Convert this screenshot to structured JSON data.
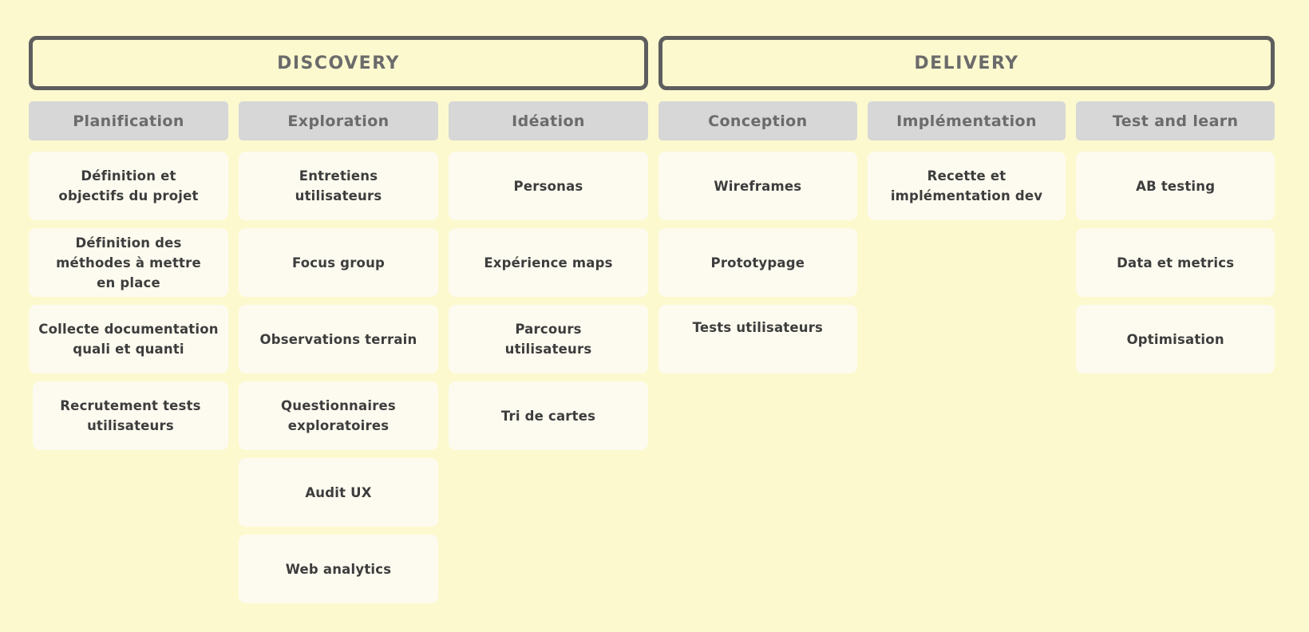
{
  "colors": {
    "background": "#FCF9CF",
    "card": "#FDFBEF",
    "column_header": "#D7D7D7",
    "outline": "#5E5E5E",
    "card_text": "#3D3D3D",
    "muted_text": "#6B6B6B"
  },
  "board": {
    "phases": [
      {
        "title": "DISCOVERY",
        "columns": [
          {
            "title": "Planification",
            "cards": [
              "Définition et\nobjectifs du projet",
              "Définition des\nméthodes à mettre\nen place",
              "Collecte documentation\nquali et quanti",
              "Recrutement tests\nutilisateurs"
            ]
          },
          {
            "title": "Exploration",
            "cards": [
              "Entretiens\nutilisateurs",
              "Focus group",
              "Observations terrain",
              "Questionnaires\nexploratoires",
              "Audit UX",
              "Web analytics"
            ]
          },
          {
            "title": "Idéation",
            "cards": [
              "Personas",
              "Expérience maps",
              "Parcours\nutilisateurs",
              "Tri de cartes"
            ]
          }
        ]
      },
      {
        "title": "DELIVERY",
        "columns": [
          {
            "title": "Conception",
            "cards": [
              "Wireframes",
              "Prototypage",
              "Tests utilisateurs"
            ]
          },
          {
            "title": "Implémentation",
            "cards": [
              "Recette et\nimplémentation dev"
            ]
          },
          {
            "title": "Test and learn",
            "cards": [
              "AB testing",
              "Data et metrics",
              "Optimisation"
            ]
          }
        ]
      }
    ]
  }
}
